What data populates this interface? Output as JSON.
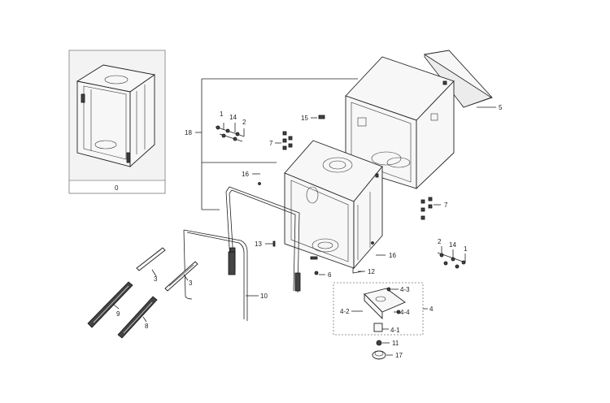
{
  "labels": {
    "p0": "0",
    "p1a": "1",
    "p14a": "14",
    "p2a": "2",
    "p1b": "1",
    "p14b": "14",
    "p2b": "2",
    "p3a": "3",
    "p3b": "3",
    "p4": "4",
    "p4_1": "4-1",
    "p4_2": "4-2",
    "p4_3": "4-3",
    "p4_4": "4-4",
    "p5": "5",
    "p6": "6",
    "p7a": "7",
    "p7b": "7",
    "p8": "8",
    "p9": "9",
    "p10": "10",
    "p11": "11",
    "p12": "12",
    "p13": "13",
    "p15": "15",
    "p16a": "16",
    "p16b": "16",
    "p17": "17",
    "p18": "18"
  }
}
